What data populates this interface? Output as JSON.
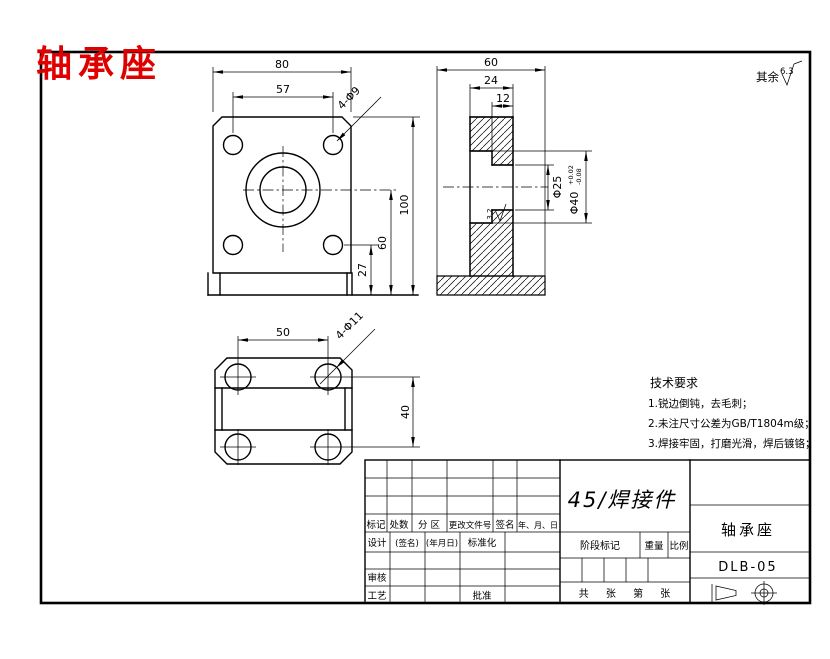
{
  "drawing": {
    "red_title": "轴承座",
    "surface_note": {
      "prefix": "其余",
      "value": "6.3"
    },
    "front_view": {
      "dim_width": "80",
      "dim_hole_spacing": "57",
      "dim_holes": "4-Φ9",
      "dim_height": "100",
      "dim_center_height": "60",
      "dim_lower_holes": "27"
    },
    "section_view": {
      "dim_depth": "60",
      "dim_boss": "24",
      "dim_step": "12",
      "dim_bore_small": "Φ25",
      "dim_bore_large": "Φ40",
      "tol_upper": "+0.02",
      "tol_lower": "-0.08",
      "roughness": "3.2"
    },
    "top_view": {
      "dim_hole_spacing": "50",
      "dim_holes": "4-Φ11",
      "dim_vertical": "40"
    },
    "tech_requirements": {
      "title": "技术要求",
      "line1": "1.锐边倒钝，去毛刺；",
      "line2": "2.未注尺寸公差为GB/T1804m级；",
      "line3": "3.焊接牢固，打磨光滑，焊后镀铬；"
    }
  },
  "title_block": {
    "material": "45/焊接件",
    "part_name": "轴承座",
    "drawing_number": "DLB-05",
    "headers": {
      "mark": "标记",
      "count": "处数",
      "zone": "分 区",
      "doc_no": "更改文件号",
      "sign": "签名",
      "date": "年、月、日"
    },
    "roles": {
      "design": "设计",
      "sign_placeholder": "(签名)",
      "date_placeholder": "(年月日)",
      "standardization": "标准化",
      "review": "审核",
      "process": "工艺",
      "approve": "批准"
    },
    "stage": {
      "label": "阶段标记",
      "weight": "重量",
      "scale": "比例"
    },
    "sheet": "共 张 第 张"
  }
}
